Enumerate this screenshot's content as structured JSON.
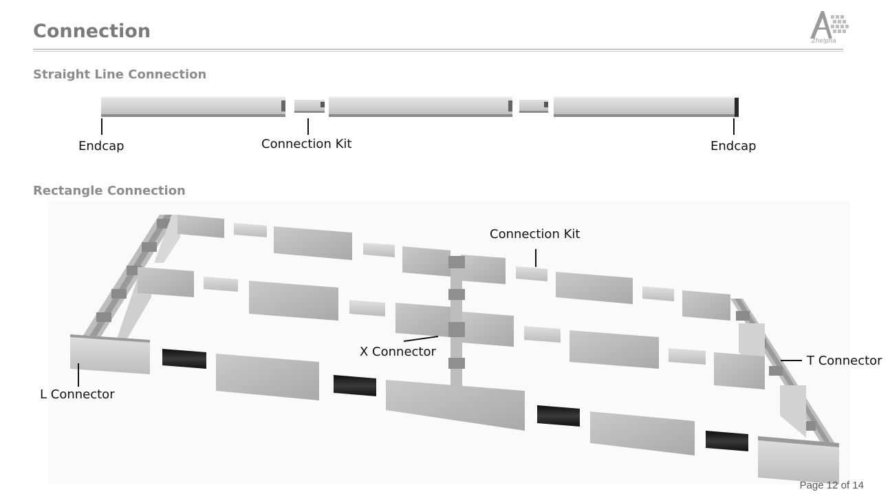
{
  "header": {
    "title": "Connection",
    "logo_text": "Zhelpha"
  },
  "straight_section": {
    "heading": "Straight Line Connection",
    "labels": {
      "endcap_left": "Endcap",
      "connection_kit": "Connection Kit",
      "endcap_right": "Endcap"
    }
  },
  "rectangle_section": {
    "heading": "Rectangle Connection",
    "labels": {
      "connection_kit": "Connection Kit",
      "x_connector": "X Connector",
      "t_connector": "T Connector",
      "l_connector": "L Connector"
    }
  },
  "footer": {
    "page": "Page 12 of 14"
  },
  "colors": {
    "title": "#7b7b7b",
    "heading": "#8c8c8c",
    "profile_face": "#cfcfcf",
    "profile_dark": "#1c1c1c"
  }
}
